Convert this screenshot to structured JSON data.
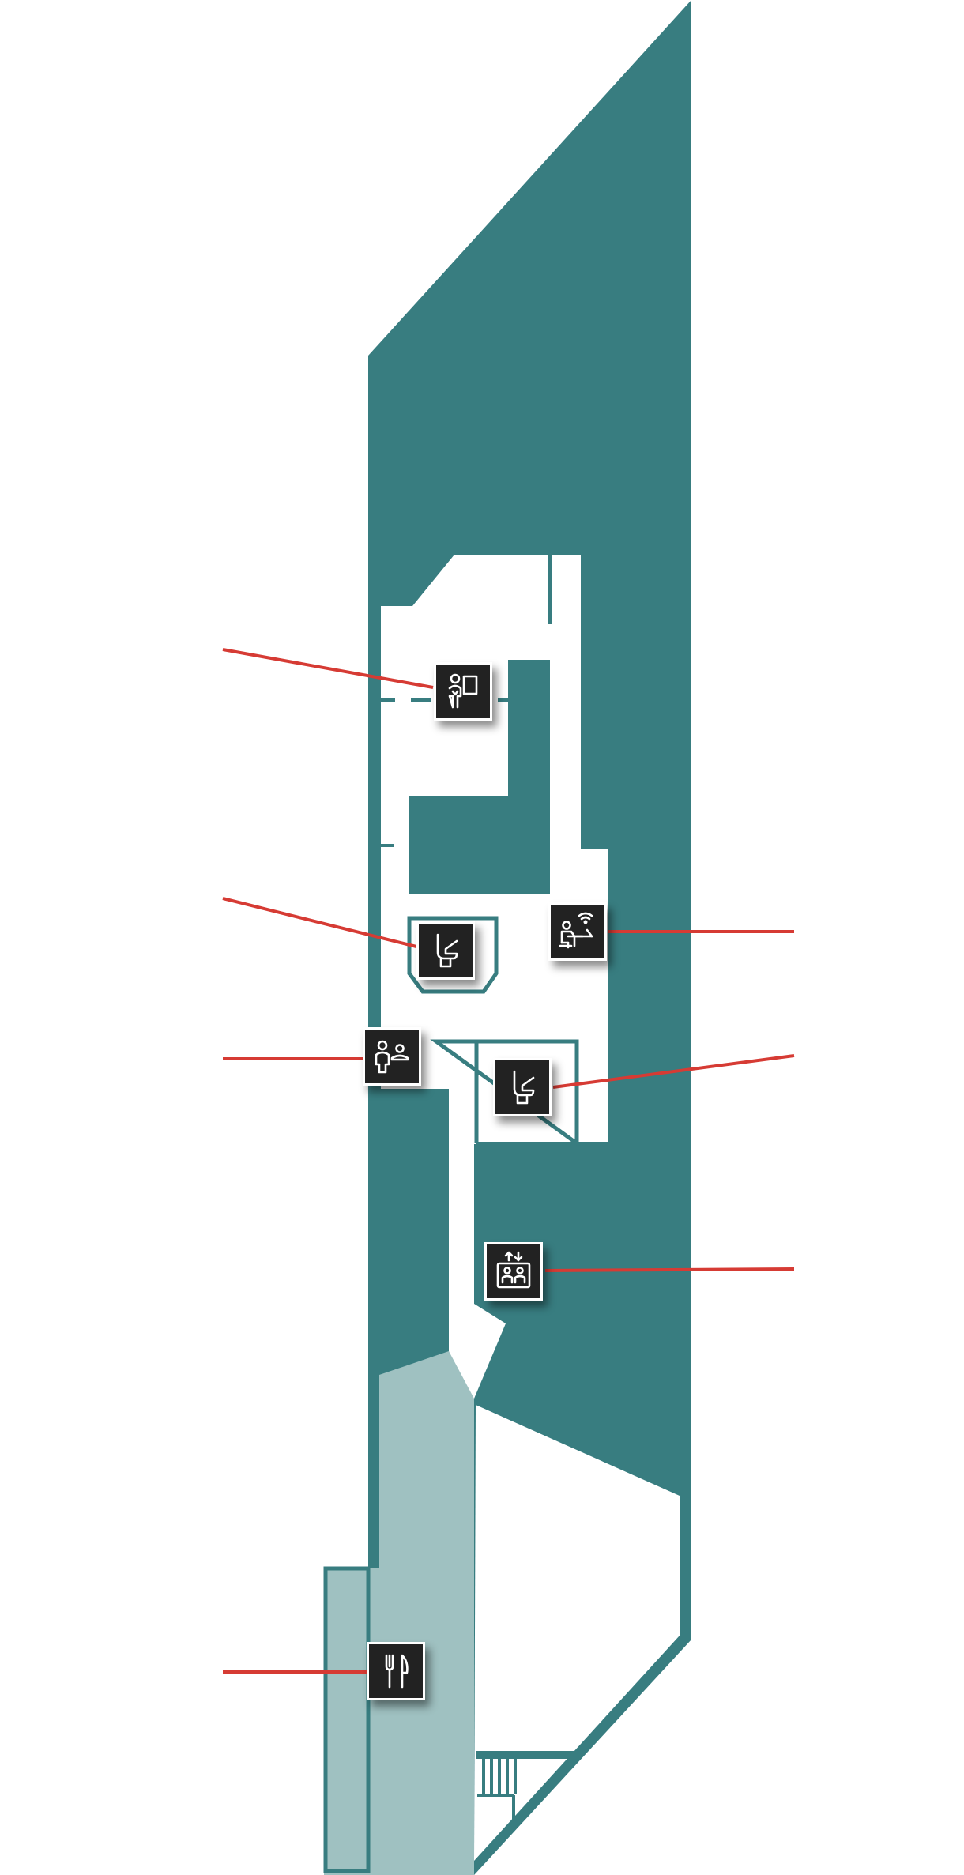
{
  "map": {
    "colors": {
      "building": "#387d80",
      "corridor": "#ffffff",
      "dining_area": "#9fc1c1",
      "leader_line": "#d63b34",
      "poi_background": "#222222",
      "poi_icon": "#ffffff"
    },
    "points_of_interest": [
      {
        "id": "information",
        "icon": "information-desk-icon"
      },
      {
        "id": "toilet-upper",
        "icon": "toilet-icon"
      },
      {
        "id": "workspace",
        "icon": "wifi-workspace-icon"
      },
      {
        "id": "family-room",
        "icon": "parent-child-icon"
      },
      {
        "id": "toilet-lower",
        "icon": "toilet-icon"
      },
      {
        "id": "elevator",
        "icon": "elevator-icon"
      },
      {
        "id": "restaurant",
        "icon": "restaurant-icon"
      }
    ]
  }
}
